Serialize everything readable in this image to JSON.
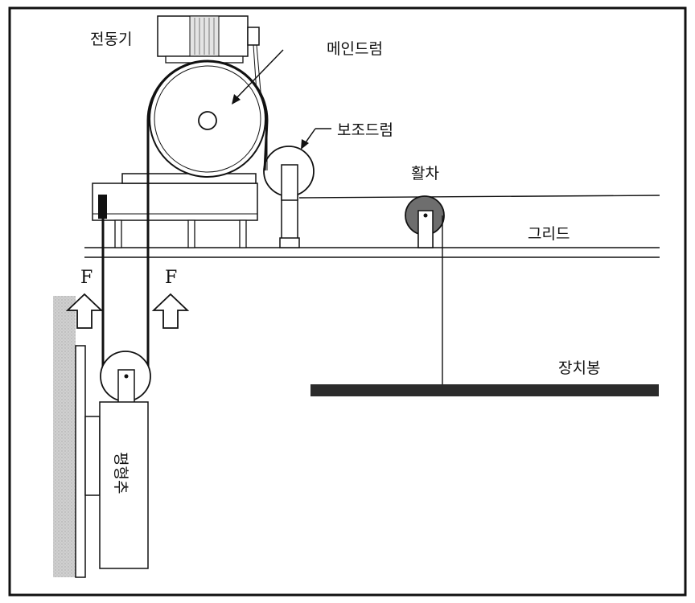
{
  "labels": {
    "motor": "전동기",
    "main_drum": "메인드럼",
    "aux_drum": "보조드럼",
    "pulley": "활차",
    "grid": "그리드",
    "batten": "장치봉",
    "counterweight": "평형추",
    "force_left": "F",
    "force_right": "F"
  },
  "colors": {
    "line": "#111111",
    "wall": "#c9c9c9",
    "pulley_fill": "#6e6e6e",
    "batten": "#2b2b2b"
  }
}
